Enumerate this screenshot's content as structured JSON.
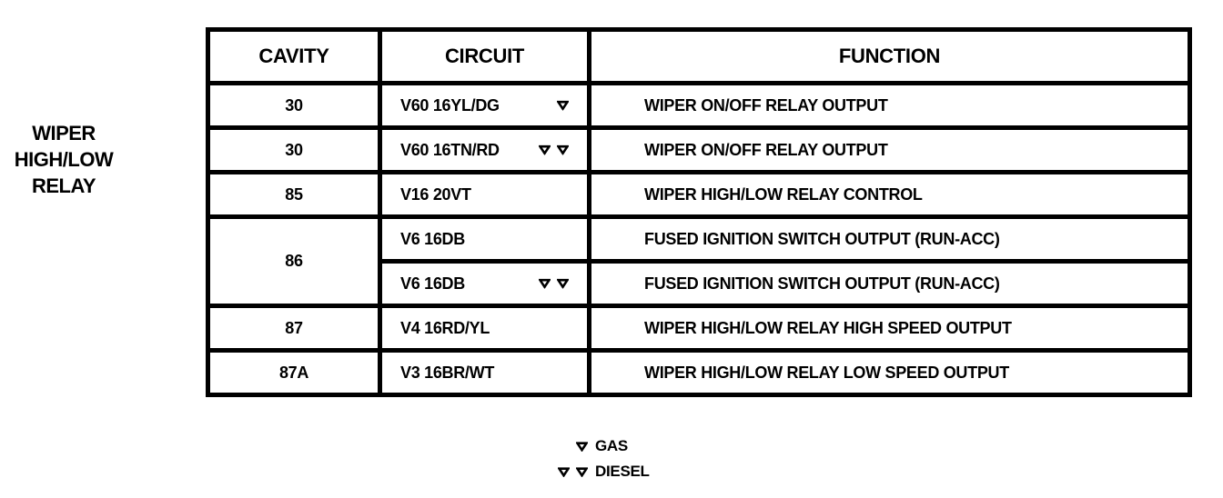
{
  "colors": {
    "ink": "#000000",
    "paper": "#ffffff"
  },
  "relay_label": {
    "line1": "WIPER",
    "line2": "HIGH/LOW",
    "line3": "RELAY"
  },
  "table": {
    "headers": {
      "cavity": "CAVITY",
      "circuit": "CIRCUIT",
      "function": "FUNCTION"
    },
    "rows": [
      {
        "cavity": "30",
        "circuit": "V60 16YL/DG",
        "marker": "gas",
        "marker_count": 1,
        "function": "WIPER ON/OFF RELAY OUTPUT"
      },
      {
        "cavity": "30",
        "circuit": "V60 16TN/RD",
        "marker": "diesel",
        "marker_count": 2,
        "function": "WIPER ON/OFF RELAY OUTPUT"
      },
      {
        "cavity": "85",
        "circuit": "V16 20VT",
        "marker": "none",
        "marker_count": 0,
        "function": "WIPER HIGH/LOW RELAY CONTROL"
      },
      {
        "cavity": "86",
        "cavity_rowspan": 2,
        "circuit": "V6 16DB",
        "marker": "none",
        "marker_count": 0,
        "function": "FUSED IGNITION SWITCH OUTPUT (RUN-ACC)"
      },
      {
        "cavity": "",
        "circuit": "V6 16DB",
        "marker": "diesel",
        "marker_count": 2,
        "function": "FUSED IGNITION SWITCH OUTPUT (RUN-ACC)"
      },
      {
        "cavity": "87",
        "circuit": "V4 16RD/YL",
        "marker": "none",
        "marker_count": 0,
        "function": "WIPER HIGH/LOW RELAY HIGH SPEED OUTPUT"
      },
      {
        "cavity": "87A",
        "circuit": "V3 16BR/WT",
        "marker": "none",
        "marker_count": 0,
        "function": "WIPER HIGH/LOW RELAY LOW SPEED OUTPUT"
      }
    ]
  },
  "legend": {
    "gas": {
      "label": "GAS",
      "marker_count": 1
    },
    "diesel": {
      "label": "DIESEL",
      "marker_count": 2
    }
  }
}
